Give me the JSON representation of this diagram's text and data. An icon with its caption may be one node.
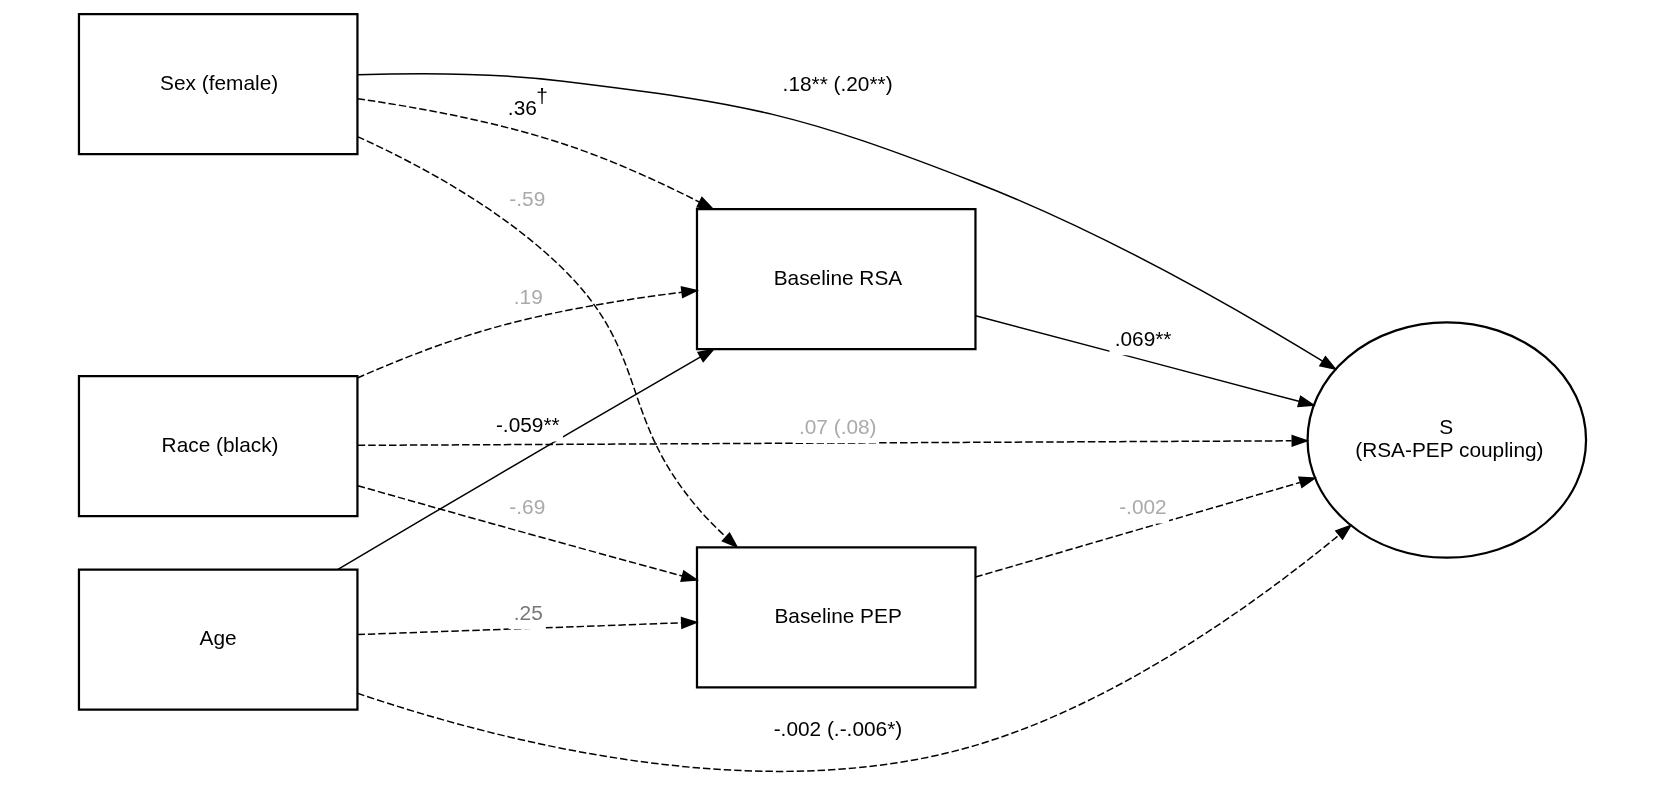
{
  "diagram": {
    "nodes": [
      {
        "text": [
          "Sex (female)"
        ]
      },
      {
        "text": [
          "Race (black)"
        ]
      },
      {
        "text": [
          "Age"
        ]
      },
      {
        "text": [
          "Baseline RSA"
        ]
      },
      {
        "text": [
          "Baseline PEP"
        ]
      },
      {
        "text": [
          "S",
          "(RSA-PEP coupling)"
        ]
      }
    ],
    "edges": [
      {
        "from": 0,
        "to": 3,
        "arrow": "to",
        "style": "dashed",
        "label": ".36$^{†}$"
      },
      {
        "from": 1,
        "to": 3,
        "arrow": "to",
        "style": "dashed",
        "label": ".19"
      },
      {
        "from": 2,
        "to": 3,
        "arrow": "to",
        "label": "-.059**"
      },
      {
        "from": 0,
        "to": 5,
        "arrow": "to",
        "label": ".18** (.20**)"
      },
      {
        "from": 1,
        "to": 5,
        "arrow": "to",
        "style": "dashed",
        "label": ".07 (.08)"
      },
      {
        "from": 2,
        "to": 5,
        "arrow": "to",
        "style": "dashed",
        "label": "-.002 (.-.006*)"
      },
      {
        "from": 0,
        "to": 4,
        "arrow": "to",
        "style": "dashed",
        "label": "-.59"
      },
      {
        "from": 1,
        "to": 4,
        "arrow": "to",
        "style": "dashed",
        "label": "-.69"
      },
      {
        "from": 2,
        "to": 4,
        "arrow": "to",
        "style": "dashed",
        "label": ".25"
      },
      {
        "from": 3,
        "to": 5,
        "arrow": "to",
        "label": ".069**"
      },
      {
        "from": 4,
        "to": 5,
        "arrow": "to",
        "style": "dashed",
        "label": "-.002"
      }
    ]
  }
}
